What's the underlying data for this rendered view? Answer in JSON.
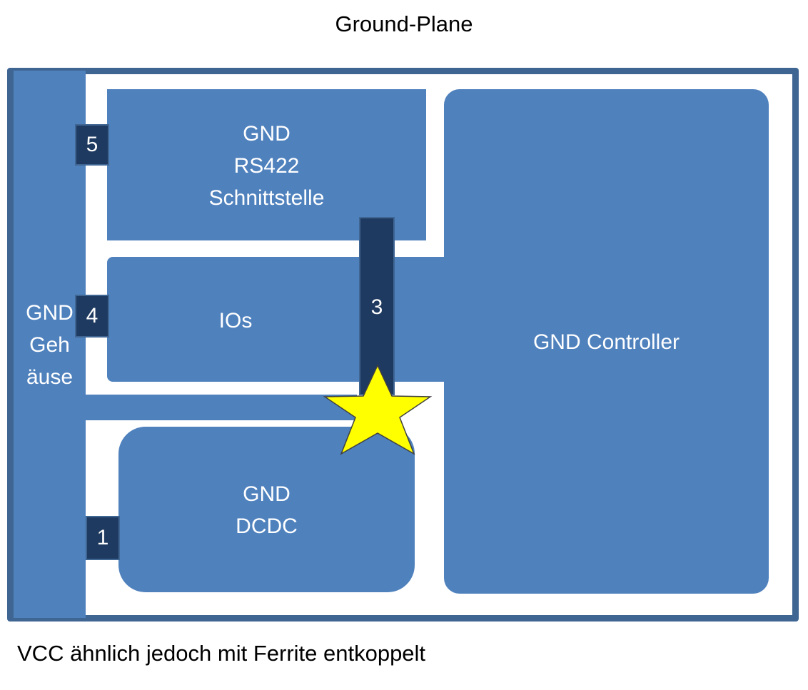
{
  "title": "Ground-Plane",
  "footer": "VCC ähnlich jedoch mit Ferrite entkoppelt",
  "zones": {
    "gehaeuse": [
      "GND",
      "Geh",
      "äuse"
    ],
    "rs422": [
      "GND",
      "RS422",
      "Schnittstelle"
    ],
    "ios": "IOs",
    "dcdc": [
      "GND",
      "DCDC"
    ],
    "controller": "GND Controller"
  },
  "pads": {
    "p1": "1",
    "p3": "3",
    "p4": "4",
    "p5": "5"
  },
  "colors": {
    "zone_fill": "#4f81bd",
    "frame_border": "#3f6593",
    "pad_fill": "#1f3a60",
    "star_fill": "#ffff00"
  },
  "icons": {
    "star": "star-icon"
  }
}
